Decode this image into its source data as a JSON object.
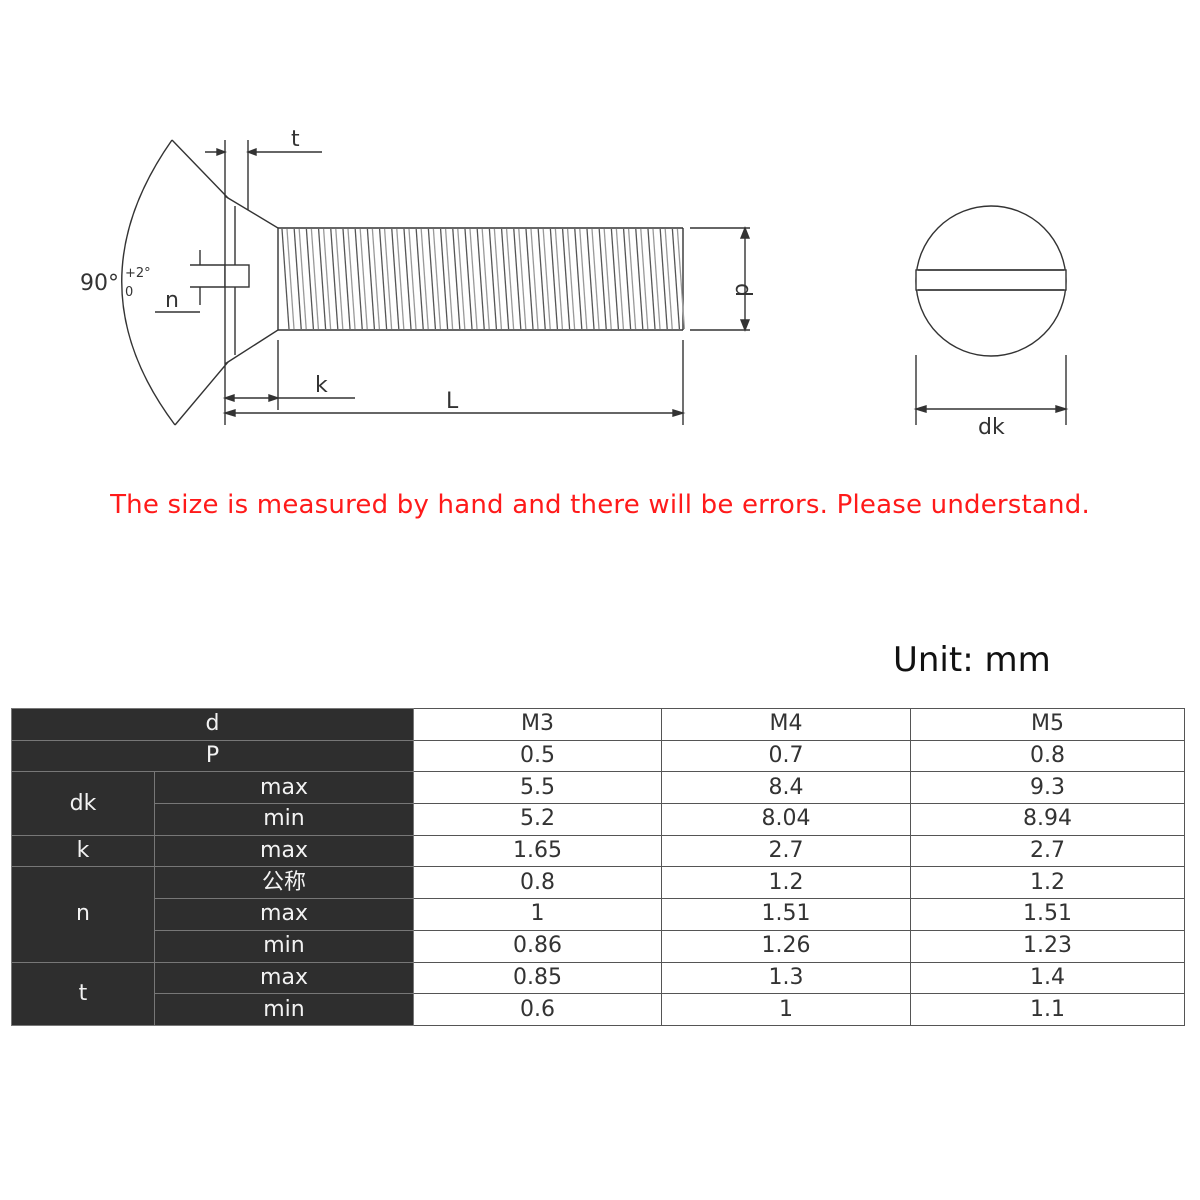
{
  "drawing": {
    "labels": {
      "t": "t",
      "angle": "90°",
      "angle_plus": "+2°",
      "angle_minus": "0",
      "n": "n",
      "d": "d",
      "k": "k",
      "L": "L",
      "dk": "dk"
    }
  },
  "notice": "The size is measured by hand and there will be errors. Please understand.",
  "notice_color": "#ff1a1a",
  "unit": "Unit: mm",
  "table": {
    "columns": [
      "M3",
      "M4",
      "M5"
    ],
    "rows": [
      {
        "group": "d",
        "sub": null,
        "values": [
          "M3",
          "M4",
          "M5"
        ]
      },
      {
        "group": "P",
        "sub": null,
        "values": [
          "0.5",
          "0.7",
          "0.8"
        ]
      },
      {
        "group": "dk",
        "sub": "max",
        "values": [
          "5.5",
          "8.4",
          "9.3"
        ]
      },
      {
        "group": "dk",
        "sub": "min",
        "values": [
          "5.2",
          "8.04",
          "8.94"
        ]
      },
      {
        "group": "k",
        "sub": "max",
        "values": [
          "1.65",
          "2.7",
          "2.7"
        ]
      },
      {
        "group": "n",
        "sub": "公称",
        "values": [
          "0.8",
          "1.2",
          "1.2"
        ]
      },
      {
        "group": "n",
        "sub": "max",
        "values": [
          "1",
          "1.51",
          "1.51"
        ]
      },
      {
        "group": "n",
        "sub": "min",
        "values": [
          "0.86",
          "1.26",
          "1.23"
        ]
      },
      {
        "group": "t",
        "sub": "max",
        "values": [
          "0.85",
          "1.3",
          "1.4"
        ]
      },
      {
        "group": "t",
        "sub": "min",
        "values": [
          "0.6",
          "1",
          "1.1"
        ]
      }
    ],
    "header_bg": "#2e2e2e",
    "value_bg": "#ffffff"
  }
}
